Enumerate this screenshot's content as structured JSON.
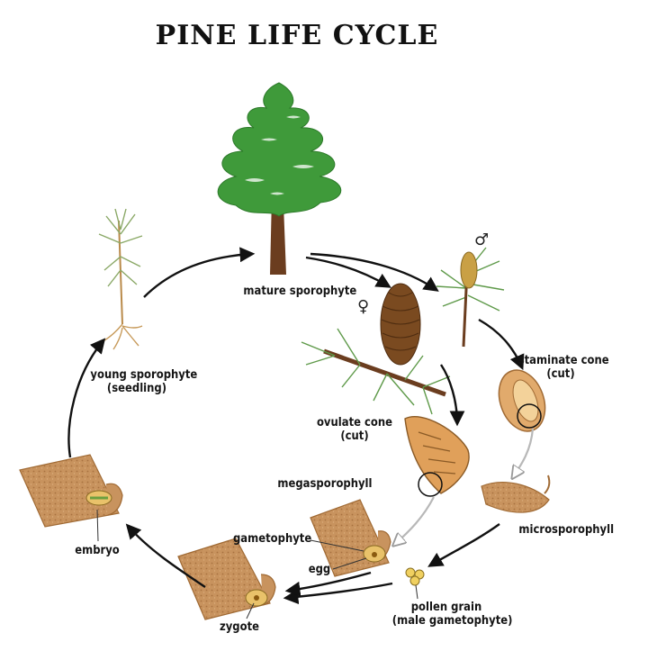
{
  "title": "PINE LIFE CYCLE",
  "stages": {
    "mature_sporophyte": "mature sporophyte",
    "young_sporophyte_line1": "young sporophyte",
    "young_sporophyte_line2": "(seedling)",
    "staminate_cone_line1": "staminate cone",
    "staminate_cone_line2": "(cut)",
    "ovulate_cone_line1": "ovulate cone",
    "ovulate_cone_line2": "(cut)",
    "megasporophyll": "megasporophyll",
    "microsporophyll": "microsporophyll",
    "gametophyte": "gametophyte",
    "egg": "egg",
    "pollen_grain_line1": "pollen grain",
    "pollen_grain_line2": "(male gametophyte)",
    "embryo": "embryo",
    "zygote": "zygote"
  },
  "symbols": {
    "male": "♂",
    "female": "♀"
  },
  "colors": {
    "foliage": "#3f9a3a",
    "trunk": "#6b3d1f",
    "tissue": "#c8935e",
    "cone": "#7a4a20",
    "arrow": "#111111",
    "open_arrow": "#b8b8b8"
  }
}
